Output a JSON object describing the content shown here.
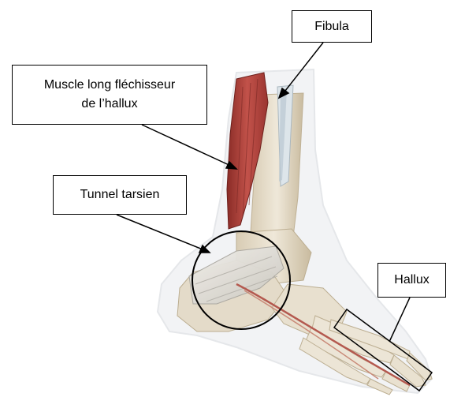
{
  "labels": {
    "fibula": "Fibula",
    "muscle_line1": "Muscle long fléchisseur",
    "muscle_line2": "de l’hallux",
    "tunnel": "Tunnel tarsien",
    "hallux": "Hallux"
  },
  "colors": {
    "skin_outline": "#eef0f2",
    "bone": "#e2d8c4",
    "bone_shadow": "#c7b99e",
    "muscle": "#b5433c",
    "muscle_dark": "#7d2622",
    "tendon": "#e6e3dc",
    "callout_border": "#000000"
  }
}
